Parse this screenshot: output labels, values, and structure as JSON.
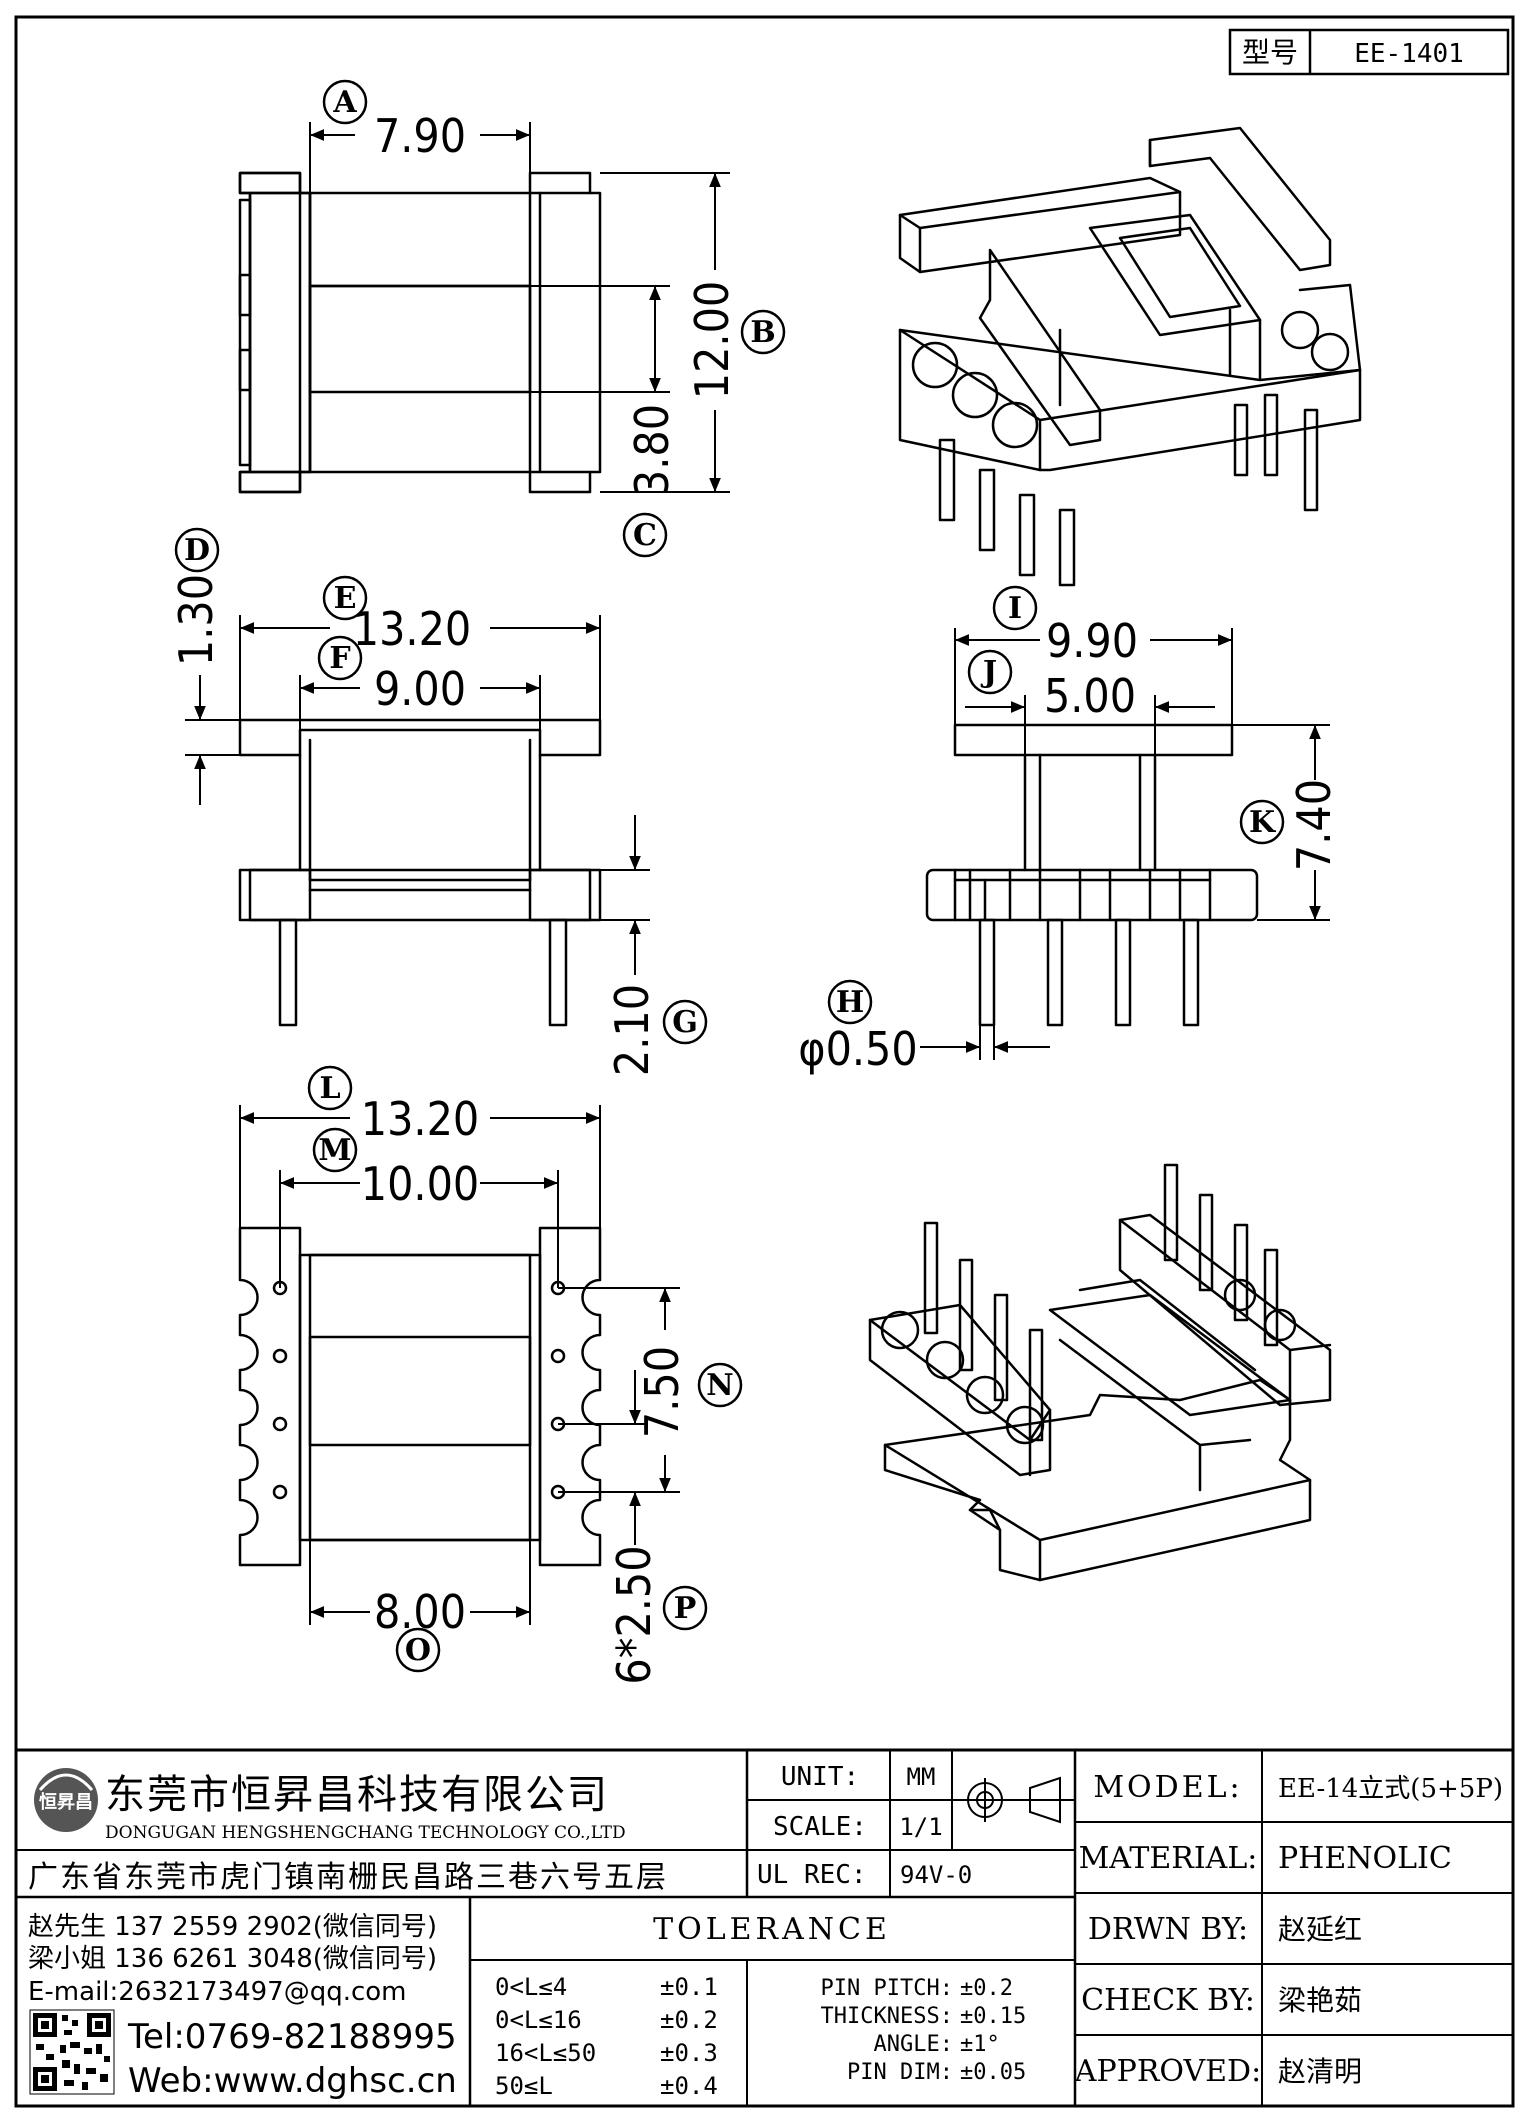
{
  "part_no_label": "型号",
  "part_no": "EE-1401",
  "dimensions": {
    "A": "7.90",
    "B": "12.00",
    "C": "3.80",
    "D": "1.30",
    "E": "13.20",
    "F": "9.00",
    "G": "2.10",
    "H": "φ0.50",
    "I": "9.90",
    "J": "5.00",
    "K": "7.40",
    "L": "13.20",
    "M": "10.00",
    "N": "7.50",
    "O": "8.00",
    "P": "6*2.50"
  },
  "callouts": [
    "A",
    "B",
    "C",
    "D",
    "E",
    "F",
    "G",
    "H",
    "I",
    "J",
    "K",
    "L",
    "M",
    "N",
    "O",
    "P"
  ],
  "company": {
    "logo_text": "恒昇昌",
    "name_cn": "东莞市恒昇昌科技有限公司",
    "name_en": "DONGUGAN HENGSHENGCHANG TECHNOLOGY CO.,LTD",
    "address": "广东省东莞市虎门镇南栅民昌路三巷六号五层",
    "contact1": "赵先生 137 2559 2902(微信同号)",
    "contact2": "梁小姐 136 6261 3048(微信同号)",
    "email": "E-mail:2632173497@qq.com",
    "tel": "Tel:0769-82188995",
    "web": "Web:www.dghsc.cn"
  },
  "specs": {
    "unit_label": "UNIT:",
    "unit": "MM",
    "scale_label": "SCALE:",
    "scale": "1/1",
    "ulrec_label": "UL REC:",
    "ulrec": "94V-0"
  },
  "tolerance": {
    "title": "TOLERANCE",
    "ranges": [
      {
        "range": "0<L≤4",
        "tol": "±0.1"
      },
      {
        "range": "0<L≤16",
        "tol": "±0.2"
      },
      {
        "range": "16<L≤50",
        "tol": "±0.3"
      },
      {
        "range": "50≤L",
        "tol": "±0.4"
      }
    ],
    "others": [
      {
        "label": "PIN PITCH:",
        "tol": "±0.2"
      },
      {
        "label": "THICKNESS:",
        "tol": "±0.15"
      },
      {
        "label": "ANGLE:",
        "tol": "±1°"
      },
      {
        "label": "PIN DIM:",
        "tol": "±0.05"
      }
    ]
  },
  "info": [
    {
      "label": "MODEL:",
      "value": "EE-14立式(5+5P)"
    },
    {
      "label": "MATERIAL:",
      "value": "PHENOLIC"
    },
    {
      "label": "DRWN BY:",
      "value": "赵延红"
    },
    {
      "label": "CHECK BY:",
      "value": "梁艳茹"
    },
    {
      "label": "APPROVED:",
      "value": "赵清明"
    }
  ]
}
